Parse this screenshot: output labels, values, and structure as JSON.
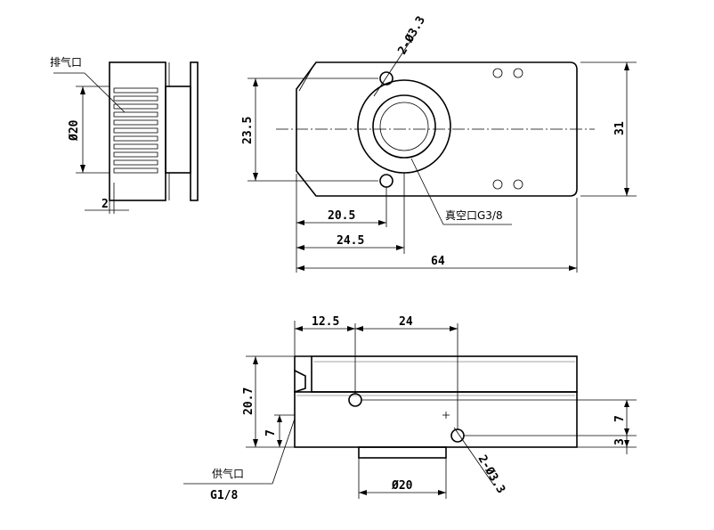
{
  "labels": {
    "exhaust_port": "排气口",
    "vacuum_port": "真空口G3/8",
    "supply_port": "供气口",
    "supply_thread": "G1/8"
  },
  "dimensions": {
    "top_hole": "2-Ø3.3",
    "bottom_hole": "2-Ø3.3",
    "side_dia": "Ø20",
    "side_offset": "2",
    "height_23_5": "23.5",
    "height_31": "31",
    "len_20_5": "20.5",
    "len_24_5": "24.5",
    "len_64": "64",
    "len_12_5": "12.5",
    "len_24": "24",
    "height_20_7": "20.7",
    "left_7": "7",
    "right_7": "7",
    "right_3": "3",
    "bottom_dia": "Ø20"
  }
}
